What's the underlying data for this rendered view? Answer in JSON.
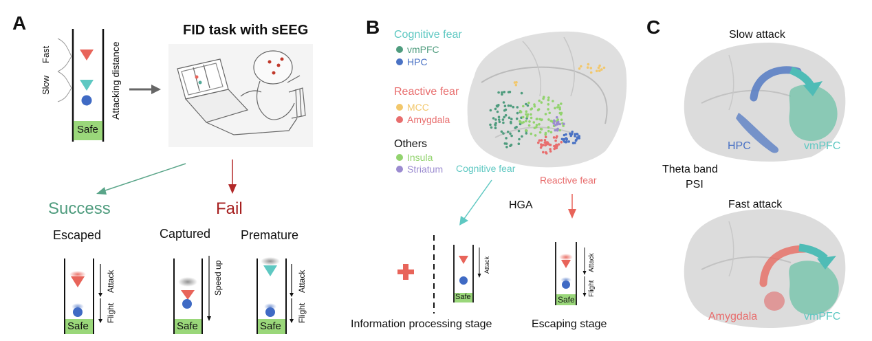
{
  "panelA": {
    "letter": "A",
    "title": "FID task with sEEG",
    "fast": "Fast",
    "slow": "Slow",
    "attacking_distance": "Attacking distance",
    "safe": "Safe",
    "success": "Success",
    "fail": "Fail",
    "escaped": "Escaped",
    "captured": "Captured",
    "premature": "Premature",
    "attack": "Attack",
    "flight": "Flight",
    "speed_up": "Speed up"
  },
  "panelB": {
    "letter": "B",
    "legend_cognitive_title": "Cognitive fear",
    "legend_vmpfc": "vmPFC",
    "legend_hpc": "HPC",
    "legend_reactive_title": "Reactive fear",
    "legend_mcc": "MCC",
    "legend_amygdala": "Amygdala",
    "legend_others_title": "Others",
    "legend_insula": "Insula",
    "legend_striatum": "Striatum",
    "arrow_cognitive": "Cognitive fear",
    "arrow_reactive": "Reactive fear",
    "hga": "HGA",
    "stage_info": "Information processing stage",
    "stage_escape": "Escaping stage",
    "safe": "Safe",
    "attack": "Attack",
    "flight": "Flight"
  },
  "panelC": {
    "letter": "C",
    "slow_attack": "Slow attack",
    "fast_attack": "Fast attack",
    "theta": "Theta band",
    "psi": "PSI",
    "hpc": "HPC",
    "vmpfc": "vmPFC",
    "amygdala": "Amygdala",
    "vmpfc2": "vmPFC"
  },
  "colors": {
    "success_green": "#4f9c7e",
    "fail_red": "#a61f1f",
    "teal": "#5ec8c2",
    "blue": "#4a72c4",
    "red_tri": "#e8645a",
    "orange": "#f0a070",
    "mcc": "#f2c76b",
    "amyg": "#e86d6d",
    "insula": "#92d36e",
    "striatum": "#9b8bd0",
    "safe_bg": "#9ad77a"
  }
}
